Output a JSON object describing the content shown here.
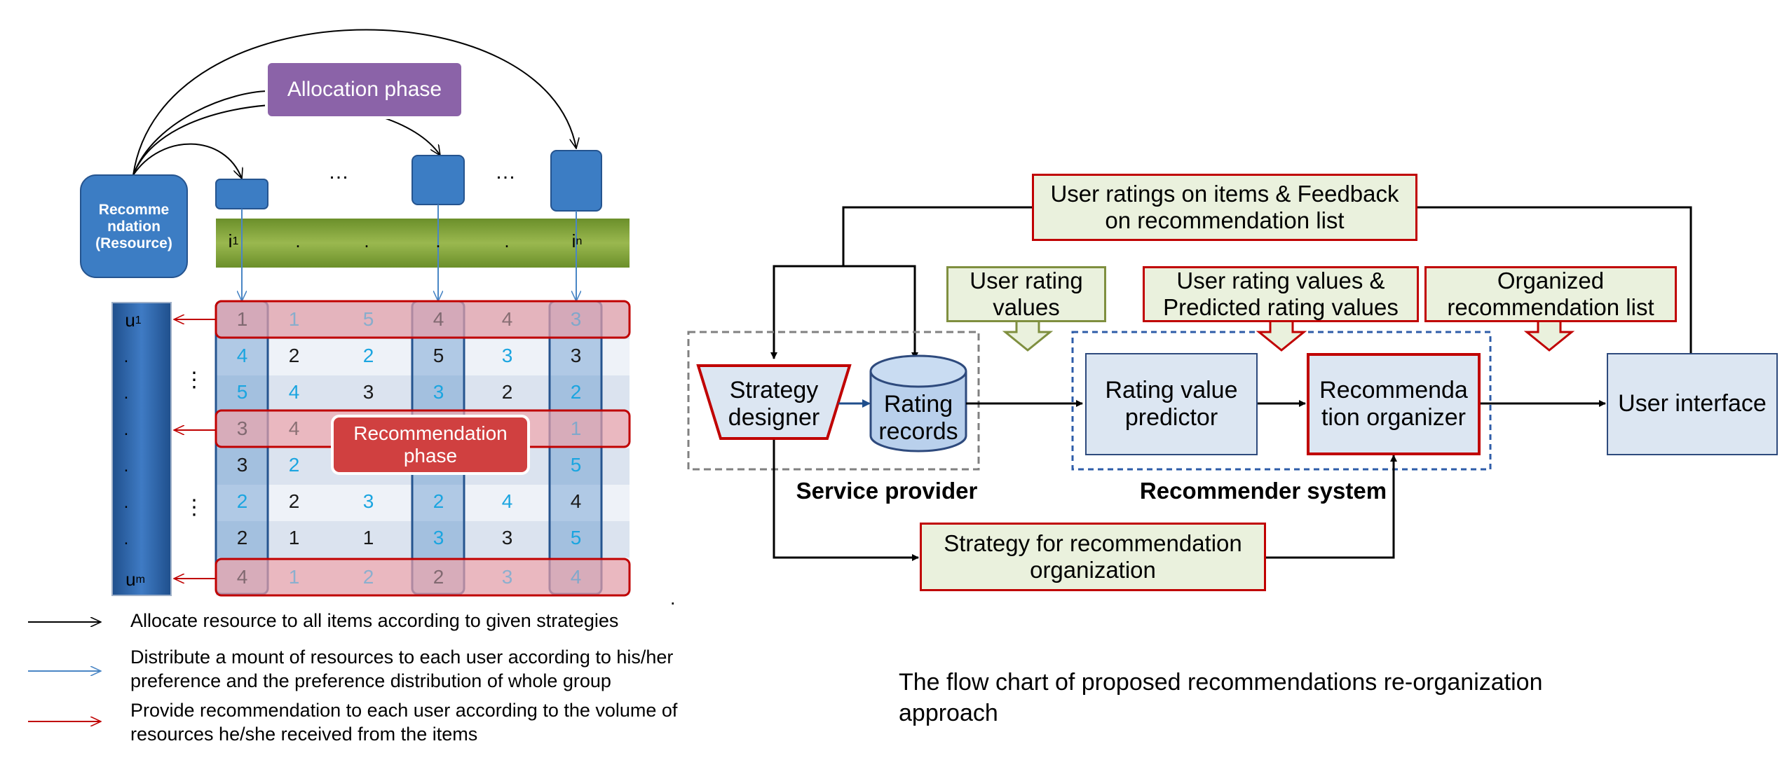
{
  "left": {
    "allocation_label": "Allocation phase",
    "resource_label": "Recomme ndation (Resource)",
    "ellipsis": "…",
    "item_first": "i",
    "item_first_sub": "1",
    "item_last": "i",
    "item_last_sub": "n",
    "item_dot": ".",
    "user_first": "u",
    "user_first_sub": "1",
    "user_last": "u",
    "user_last_sub": "m",
    "user_dot": ".",
    "vdots": "⋮",
    "recommendation_label": "Recommendation phase",
    "matrix": [
      [
        "1",
        "1",
        "5",
        "4",
        "4",
        "3"
      ],
      [
        "4",
        "2",
        "2",
        "5",
        "3",
        "3"
      ],
      [
        "5",
        "4",
        "3",
        "3",
        "2",
        "2"
      ],
      [
        "3",
        "4",
        "",
        "",
        "",
        "1"
      ],
      [
        "3",
        "2",
        "",
        "",
        "",
        "5"
      ],
      [
        "2",
        "2",
        "3",
        "2",
        "4",
        "4"
      ],
      [
        "2",
        "1",
        "1",
        "3",
        "3",
        "5"
      ],
      [
        "4",
        "1",
        "2",
        "2",
        "3",
        "4"
      ]
    ],
    "matrix_colors": [
      [
        "d",
        "b",
        "b",
        "d",
        "d",
        "b"
      ],
      [
        "b",
        "d",
        "b",
        "d",
        "b",
        "d"
      ],
      [
        "b",
        "b",
        "d",
        "b",
        "d",
        "b"
      ],
      [
        "d",
        "d",
        "d",
        "d",
        "d",
        "b"
      ],
      [
        "d",
        "b",
        "d",
        "d",
        "d",
        "b"
      ],
      [
        "b",
        "d",
        "b",
        "b",
        "b",
        "d"
      ],
      [
        "d",
        "d",
        "d",
        "b",
        "d",
        "b"
      ],
      [
        "d",
        "b",
        "b",
        "d",
        "b",
        "b"
      ]
    ],
    "legend": [
      {
        "text": "Allocate resource to all items according to given strategies",
        "color": "#000000"
      },
      {
        "text": "Distribute a mount of resources to each user according to his/her preference and the preference distribution of whole group",
        "color": "#4a86c5"
      },
      {
        "text": "Provide recommendation to each user according to the volume of resources he/she received from the items",
        "color": "#c00000"
      }
    ],
    "stray_dot": "."
  },
  "right": {
    "feedback_box": "User ratings on items & Feedback on recommendation list",
    "user_rating_values": "User rating values",
    "user_and_predicted": "User rating values & Predicted rating values",
    "organized_list": "Organized recommendation list",
    "strategy_designer": "Strategy designer",
    "rating_records": "Rating records",
    "rating_value_predictor": "Rating value predictor",
    "recommendation_organizer": "Recommenda tion organizer",
    "user_interface": "User interface",
    "service_provider": "Service provider",
    "recommender_system": "Recommender system",
    "strategy_for_org": "Strategy for recommendation organization",
    "caption": "The flow chart of proposed recommendations re-organization approach"
  },
  "colors": {
    "allocation_purple": "#8b63a8",
    "resource_blue": "#3c7dc4",
    "recommendation_red": "#d04040",
    "item_bar_green": "#7a9a30",
    "highlight_red": "#c00000"
  }
}
